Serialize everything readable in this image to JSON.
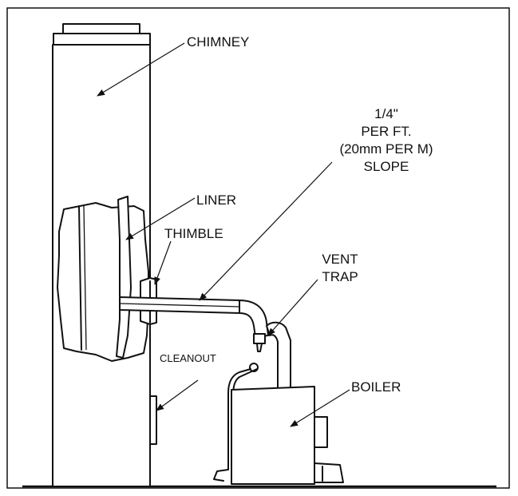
{
  "labels": {
    "chimney": "CHIMNEY",
    "slope_line1": "1/4\"",
    "slope_line2": "PER FT.",
    "slope_line3": "(20mm PER M)",
    "slope_line4": "SLOPE",
    "liner": "LINER",
    "thimble": "THIMBLE",
    "vent_line1": "VENT",
    "vent_line2": "TRAP",
    "cleanout": "CLEANOUT",
    "boiler": "BOILER"
  },
  "colors": {
    "ink": "#111111",
    "paper": "#ffffff"
  }
}
